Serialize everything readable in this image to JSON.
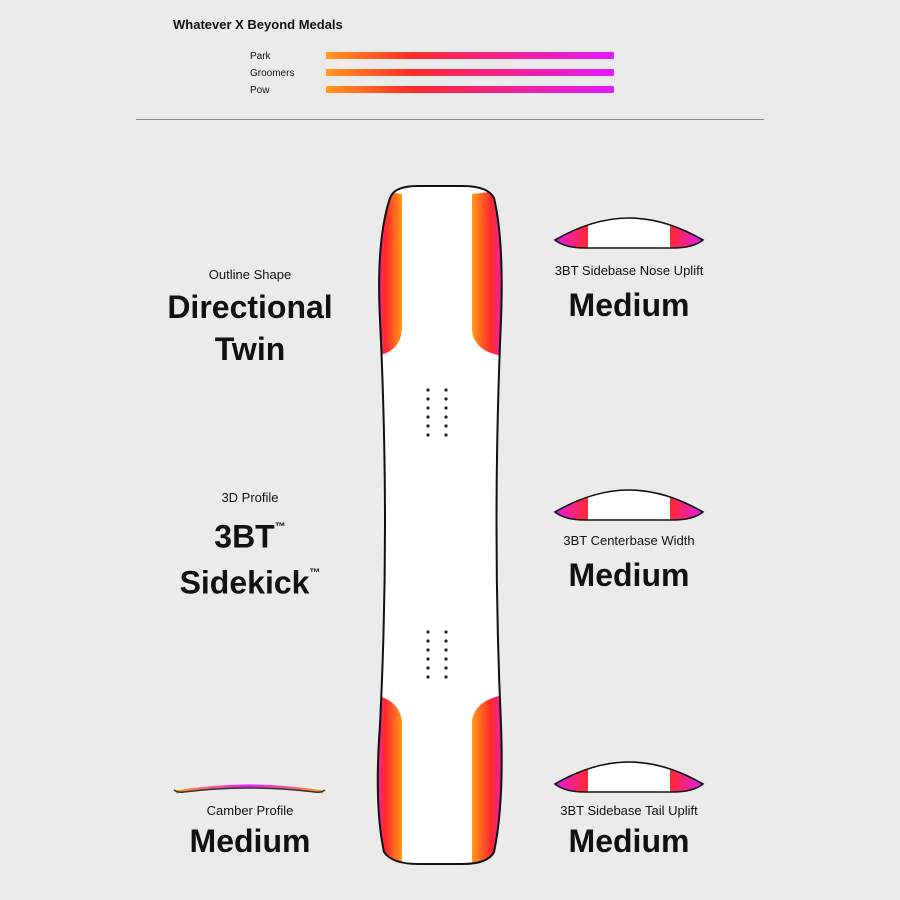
{
  "header": {
    "title": "Whatever X Beyond Medals",
    "ratings": [
      {
        "label": "Park",
        "level": 1.0
      },
      {
        "label": "Groomers",
        "level": 1.0
      },
      {
        "label": "Pow",
        "level": 1.0
      }
    ]
  },
  "colors": {
    "gradient_start": "#ff9a1a",
    "gradient_mid": "#ff2a2a",
    "gradient_end": "#e01bff",
    "board_fill": "#ffffff",
    "outline": "#111111",
    "background": "#ebebeb"
  },
  "specs": {
    "outline_shape": {
      "caption": "Outline Shape",
      "line1": "Directional",
      "line2": "Twin"
    },
    "profile_3d": {
      "caption": "3D Profile",
      "line1": "3BT",
      "line2": "Sidekick",
      "tm": "™"
    },
    "camber": {
      "caption": "Camber Profile",
      "value": "Medium"
    },
    "nose_uplift": {
      "caption": "3BT Sidebase Nose Uplift",
      "value": "Medium"
    },
    "centerbase": {
      "caption": "3BT Centerbase Width",
      "value": "Medium"
    },
    "tail_uplift": {
      "caption": "3BT Sidebase Tail Uplift",
      "value": "Medium"
    }
  }
}
